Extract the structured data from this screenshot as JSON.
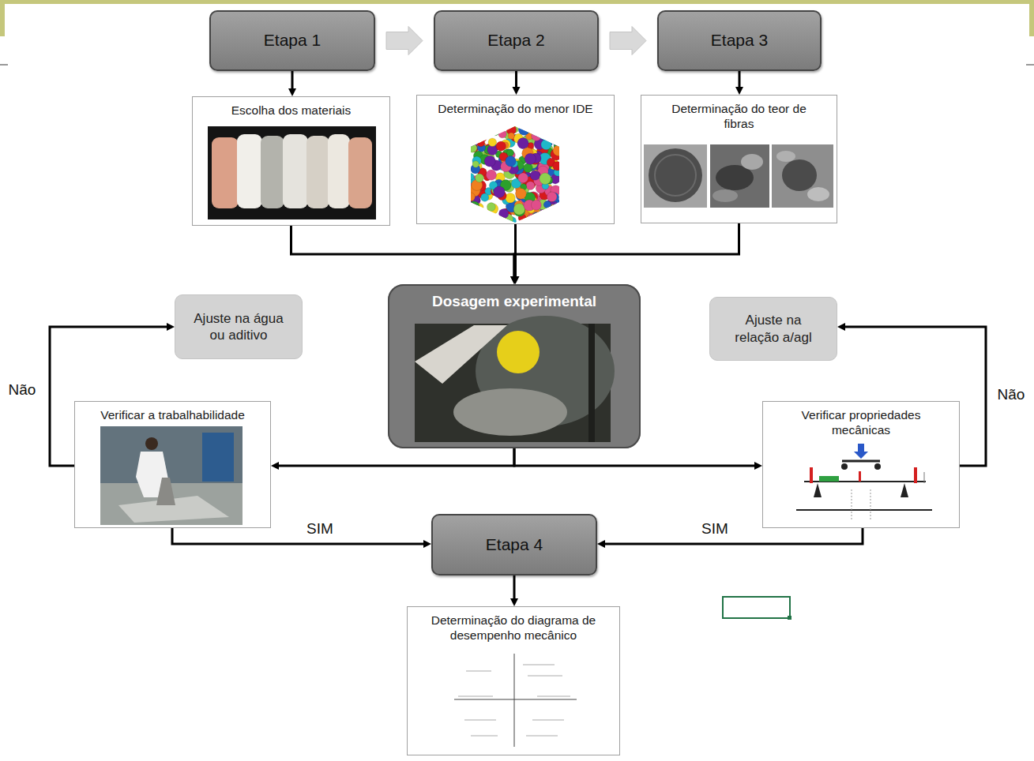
{
  "diagram": {
    "nodes": [
      {
        "text": [
          "Etapa 1"
        ]
      },
      {
        "text": [
          "Etapa 2"
        ]
      },
      {
        "text": [
          "Etapa 3"
        ]
      },
      {
        "text": [
          "Escolha dos materiais"
        ]
      },
      {
        "text": [
          "Determinação do menor IDE"
        ]
      },
      {
        "text": [
          "Determinação do teor de fibras"
        ]
      },
      {
        "text": [
          "Dosagem experimental"
        ]
      },
      {
        "text": [
          "Ajuste na água ou aditivo"
        ]
      },
      {
        "text": [
          "Ajuste na relação a/agl"
        ]
      },
      {
        "text": [
          "Verificar a trabalhabilidade"
        ]
      },
      {
        "text": [
          "Verificar propriedades mecânicas"
        ]
      },
      {
        "text": [
          "Etapa 4"
        ]
      },
      {
        "text": [
          "Determinação do diagrama de desempenho mecânico"
        ]
      }
    ],
    "edges": [
      {
        "from": 0,
        "to": 1,
        "arrow": "to"
      },
      {
        "from": 1,
        "to": 2,
        "arrow": "to"
      },
      {
        "from": 0,
        "to": 3,
        "arrow": "to"
      },
      {
        "from": 1,
        "to": 4,
        "arrow": "to"
      },
      {
        "from": 2,
        "to": 5,
        "arrow": "to"
      },
      {
        "from": 3,
        "to": 6,
        "arrow": "to"
      },
      {
        "from": 4,
        "to": 6,
        "arrow": "to"
      },
      {
        "from": 5,
        "to": 6,
        "arrow": "to"
      },
      {
        "from": 6,
        "to": 9,
        "arrow": "to"
      },
      {
        "from": 6,
        "to": 10,
        "arrow": "to"
      },
      {
        "from": 9,
        "to": 7,
        "label": "Não",
        "arrow": "to"
      },
      {
        "from": 10,
        "to": 8,
        "label": "Não",
        "arrow": "to"
      },
      {
        "from": 9,
        "to": 11,
        "label": "SIM",
        "arrow": "to"
      },
      {
        "from": 10,
        "to": 11,
        "label": "SIM",
        "arrow": "to"
      },
      {
        "from": 11,
        "to": 12,
        "arrow": "to"
      }
    ]
  }
}
